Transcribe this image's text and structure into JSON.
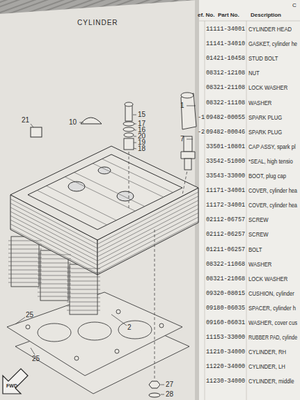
{
  "diagram": {
    "title": "CYLINDER",
    "labels": [
      "1",
      "7",
      "15",
      "17",
      "16",
      "20",
      "19",
      "18",
      "10",
      "21",
      "2",
      "25",
      "25",
      "27",
      "28",
      "FWD",
      "C",
      "ef. No.",
      "Part No.",
      "Description",
      "-1",
      "-2",
      "11111-34001",
      "11141-34010",
      "01421-10458",
      "08312-12108",
      "08321-21108",
      "08322-11108",
      "09482-00055",
      "09482-00046",
      "33501-10801",
      "33542-51000",
      "33543-33000",
      "11171-34001",
      "11172-34001",
      "02112-06757",
      "02112-06257",
      "01211-06257",
      "08322-11068",
      "08321-21068",
      "09320-08015",
      "09180-06035",
      "09160-06031",
      "11153-33000",
      "11210-34000",
      "11220-34000",
      "11230-34000",
      "CYLINDER HEAD",
      "GASKET, cylinder he",
      "STUD BOLT",
      "NUT",
      "LOCK WASHER",
      "WASHER",
      "SPARK PLUG",
      "SPARK PLUG",
      "CAP ASSY, spark pl",
      "*SEAL, high tensio",
      "BOOT, plug cap",
      "COVER, cylinder hea",
      "COVER, cylinder hea",
      "SCREW",
      "SCREW",
      "BOLT",
      "WASHER",
      "LOCK WASHER",
      "CUSHION, cylinder",
      "SPACER, cylinder h",
      "WASHER, cover cus",
      "RUBBER PAD, cylinde",
      "CYLINDER, RH",
      "CYLINDER, LH",
      "CYLINDER, middle"
    ]
  }
}
